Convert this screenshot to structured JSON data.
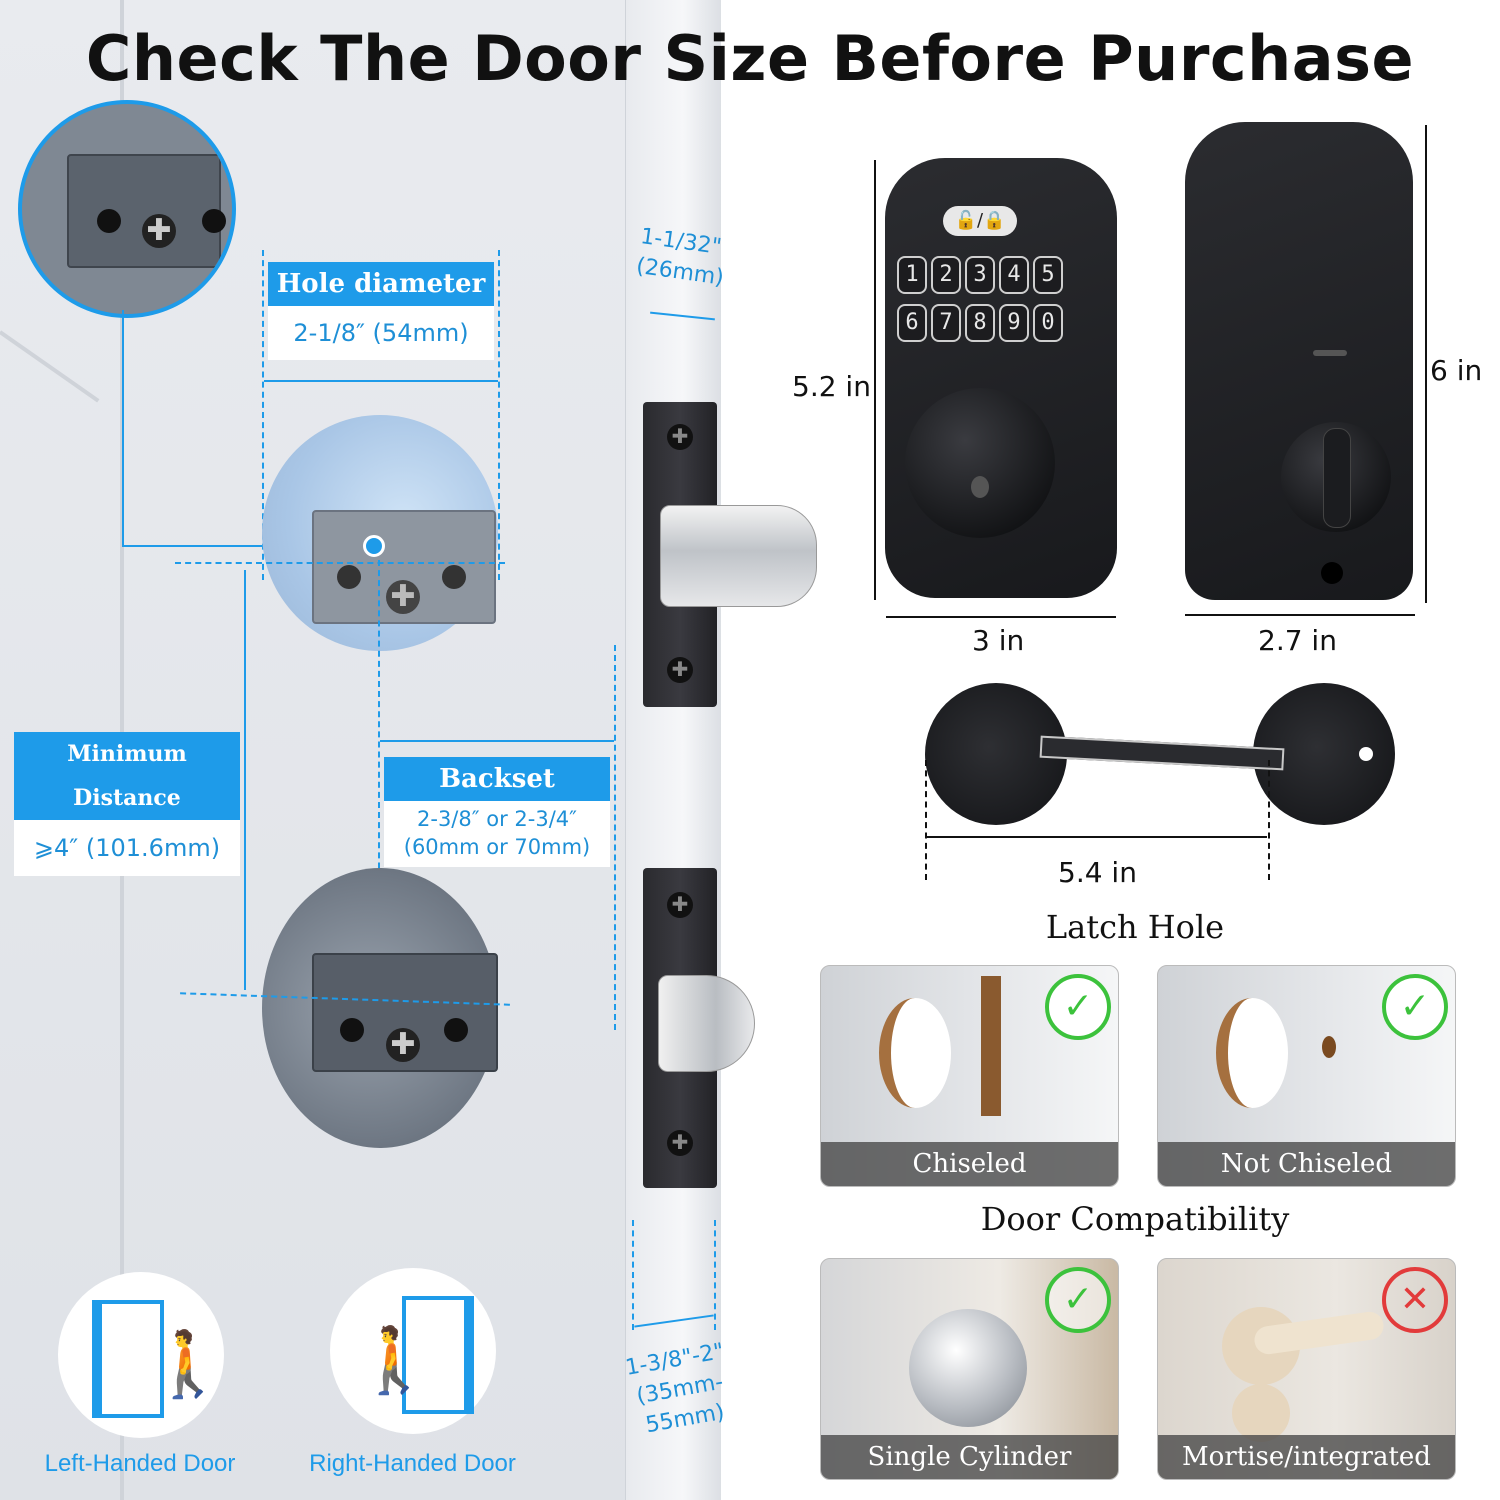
{
  "title": "Check The Door Size Before Purchase",
  "hole_diameter": {
    "label": "Hole diameter",
    "value": "2-1/8″ (54mm)"
  },
  "min_distance": {
    "label": "Minimum Distance",
    "value": "⩾4″ (101.6mm)"
  },
  "backset": {
    "label": "Backset",
    "value_line1": "2-3/8″  or  2-3/4″",
    "value_line2": "(60mm or 70mm)"
  },
  "edge_thickness_top": {
    "line1": "1-1/32\"",
    "line2": "(26mm)"
  },
  "door_thickness": {
    "line1": "1-3/8\"-2\"",
    "line2": "(35mm-55mm)"
  },
  "door_types": [
    {
      "label": "Left-Handed Door",
      "icon": "left-handed-door-icon"
    },
    {
      "label": "Right-Handed Door",
      "icon": "right-handed-door-icon"
    }
  ],
  "front_lock": {
    "height": "5.2 in",
    "width": "3 in",
    "keys_row1": [
      "1",
      "2",
      "3",
      "4",
      "5"
    ],
    "keys_row2": [
      "6",
      "7",
      "8",
      "9",
      "0"
    ]
  },
  "back_lock": {
    "height": "6 in",
    "width": "2.7 in"
  },
  "latch_plate": {
    "width": "5.4 in"
  },
  "latch_hole": {
    "title": "Latch Hole",
    "items": [
      {
        "caption": "Chiseled",
        "status": "ok"
      },
      {
        "caption": "Not Chiseled",
        "status": "ok"
      }
    ]
  },
  "door_compat": {
    "title": "Door Compatibility",
    "items": [
      {
        "caption": "Single Cylinder",
        "status": "ok"
      },
      {
        "caption": "Mortise/integrated",
        "status": "no"
      }
    ]
  },
  "colors": {
    "accent": "#1e9be9",
    "ok": "#3cc23c",
    "no": "#e23b3b",
    "lock": "#1c1c1f"
  }
}
